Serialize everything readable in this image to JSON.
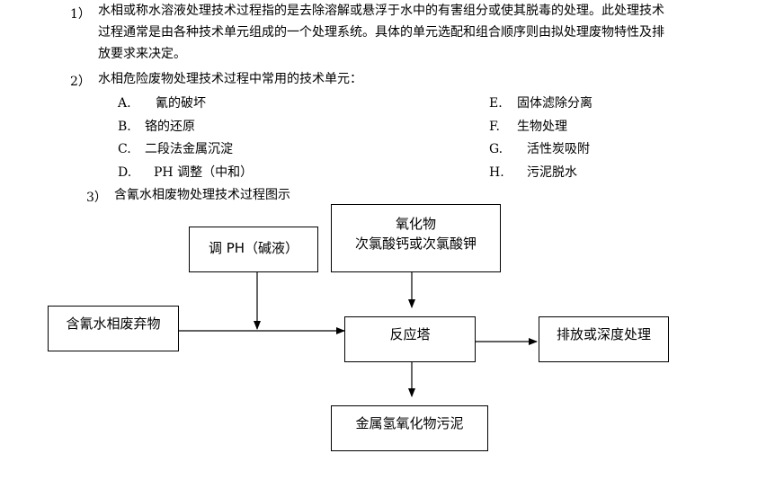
{
  "section1": {
    "number": "1）",
    "lines": [
      "水相或称水溶液处理技术过程指的是去除溶解或悬浮于水中的有害组分或使其脱毒的处理。此处理技术",
      "过程通常是由各种技术单元组成的一个处理系统。具体的单元选配和组合顺序则由拟处理废物特性及排",
      "放要求来决定。"
    ]
  },
  "section2": {
    "number": "2）",
    "heading": "水相危险废物处理技术过程中常用的技术单元：",
    "units_left": [
      {
        "letter": "A.",
        "text": "氰的破坏"
      },
      {
        "letter": "B.",
        "text": "铬的还原"
      },
      {
        "letter": "C.",
        "text": "二段法金属沉淀"
      },
      {
        "letter": "D.",
        "text": "PH 调整（中和）"
      }
    ],
    "units_right": [
      {
        "letter": "E.",
        "text": "固体滤除分离"
      },
      {
        "letter": "F.",
        "text": "生物处理"
      },
      {
        "letter": "G.",
        "text": "活性炭吸附"
      },
      {
        "letter": "H.",
        "text": "污泥脱水"
      }
    ]
  },
  "section3": {
    "number": "3）",
    "heading": "含氰水相废物处理技术过程图示"
  },
  "flowchart": {
    "ph_box": "调 PH（碱液）",
    "oxidant_line1": "氧化物",
    "oxidant_line2": "次氯酸钙或次氯酸钾",
    "waste_box": "含氰水相废弃物",
    "reactor_box": "反应塔",
    "discharge_box": "排放或深度处理",
    "sludge_box": "金属氢氧化物污泥"
  }
}
